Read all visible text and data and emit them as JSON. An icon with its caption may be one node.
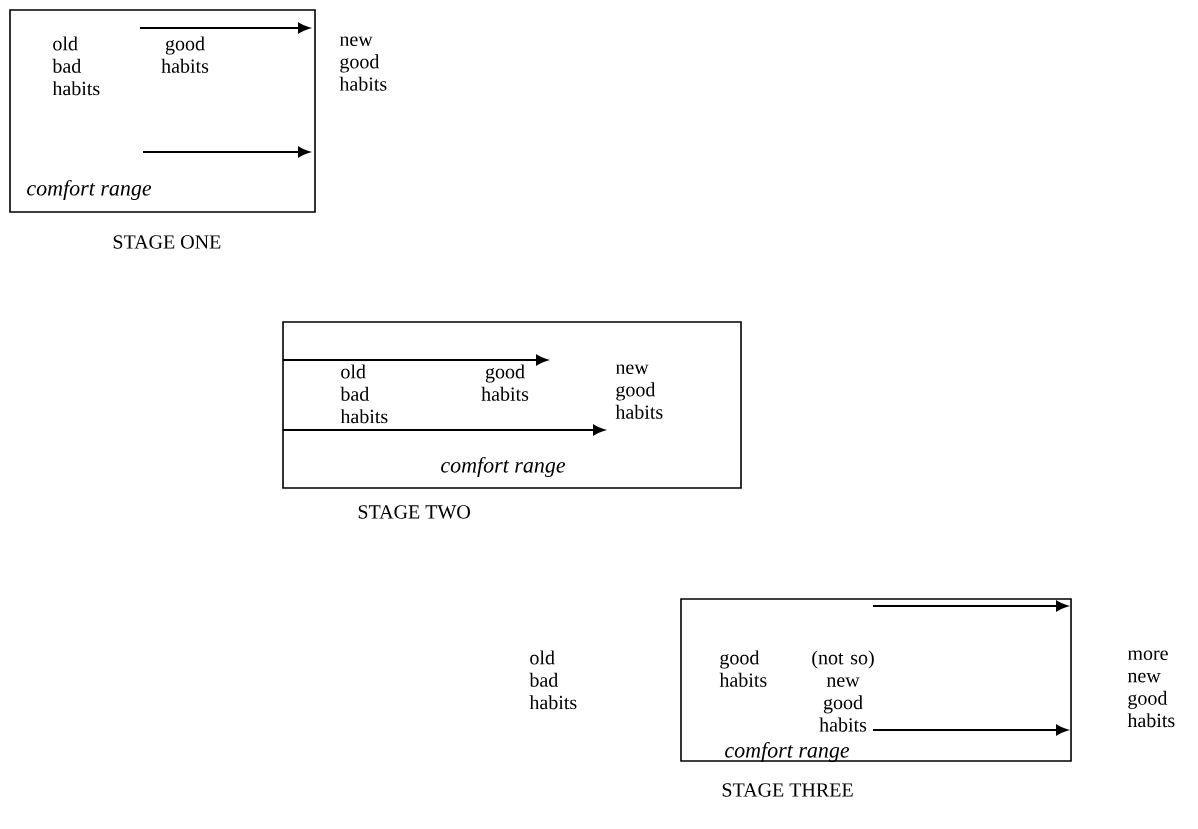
{
  "diagram": {
    "nodes": [
      {
        "text": [
          "comfort range"
        ],
        "beside": [
          "STAGE ONE"
        ]
      },
      {
        "text": [
          "comfort range"
        ],
        "beside": [
          "STAGE TWO"
        ]
      },
      {
        "text": [
          "comfort range"
        ],
        "beside": [
          "STAGE THREE"
        ]
      }
    ],
    "labels": [
      "old bad habits",
      "good habits",
      "new good habits",
      "old bad habits",
      "good habits",
      "new good habits",
      "old bad habits",
      "good habits",
      "(not so) new good habits",
      "more new good habits"
    ]
  }
}
